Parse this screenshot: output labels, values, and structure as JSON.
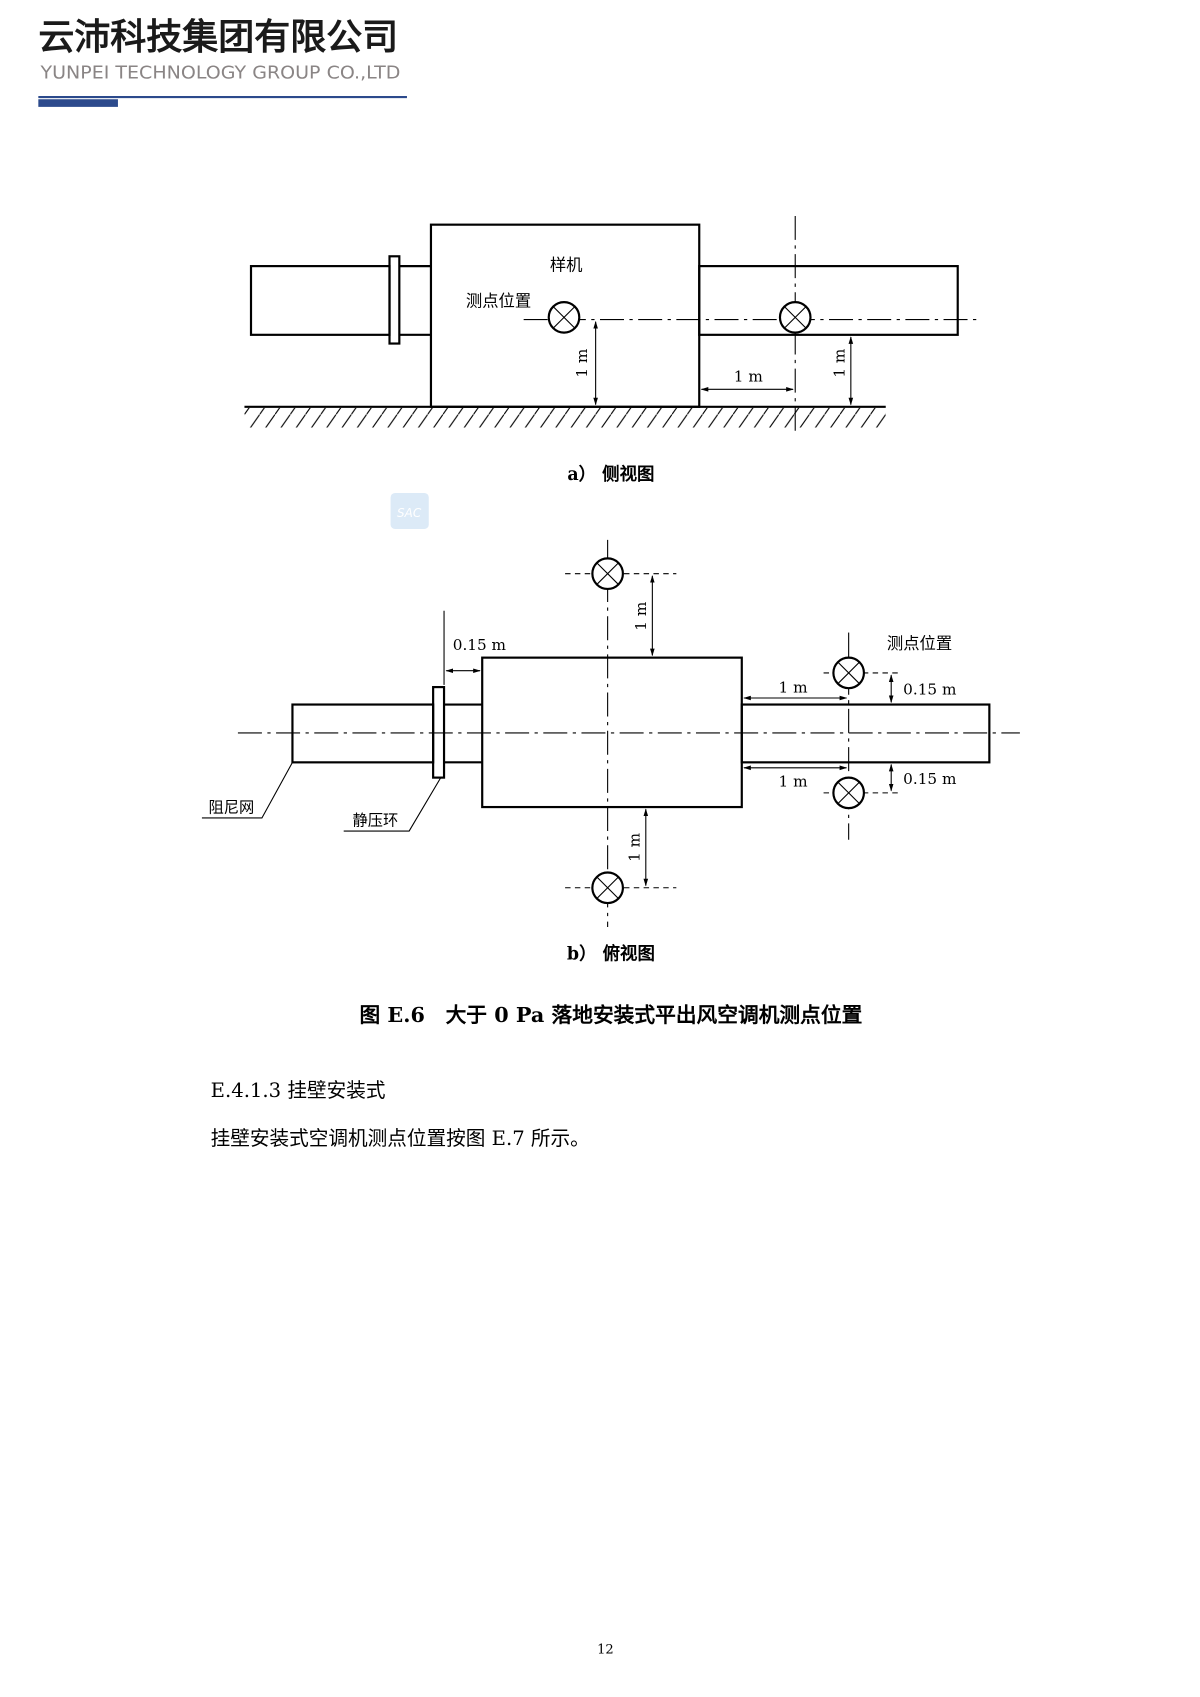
{
  "header": {
    "company_cn": "云沛科技集团有限公司",
    "company_en": "YUNPEI TECHNOLOGY GROUP CO.,LTD",
    "brand_color": "#2c4a8c"
  },
  "figure": {
    "side_view": {
      "sample_label": "样机",
      "point_label": "测点位置",
      "dim_1m_left": "1 m",
      "dim_1m_horizontal": "1 m",
      "dim_1m_right": "1 m",
      "caption": "a） 侧视图"
    },
    "top_view": {
      "dim_top": "1 m",
      "dim_bottom": "1 m",
      "dim_015_left": "0.15 m",
      "point_label": "测点位置",
      "dim_1m_upper": "1 m",
      "dim_1m_lower": "1 m",
      "dim_015_upper": "0.15 m",
      "dim_015_lower": "0.15 m",
      "damper_label": "阻尼网",
      "pressure_ring_label": "静压环",
      "caption": "b） 俯视图"
    },
    "title": "图 E.6　大于 0 Pa 落地安装式平出风空调机测点位置"
  },
  "body": {
    "section_heading": "E.4.1.3 挂壁安装式",
    "paragraph": "挂壁安装式空调机测点位置按图 E.7 所示。"
  },
  "page_number": "12"
}
